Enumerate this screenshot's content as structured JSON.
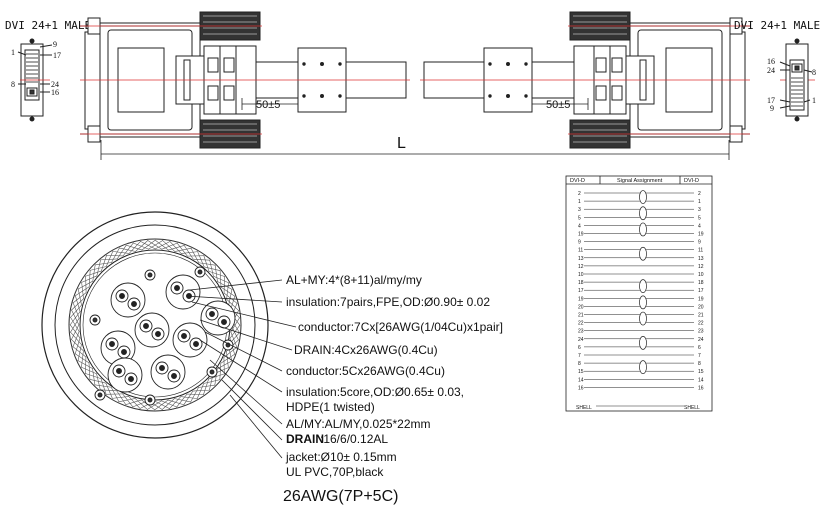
{
  "connectors": {
    "left_title": "DVI 24+1 MALE",
    "right_title": "DVI 24+1 MALE",
    "left_pins": {
      "p1": "1",
      "p9": "9",
      "p17": "17",
      "p8": "8",
      "p24": "24",
      "p16": "16"
    },
    "right_pins": {
      "p16": "16",
      "p24": "24",
      "p8": "8",
      "p17": "17",
      "p9": "9",
      "p1": "1"
    },
    "dim_left": "50±5",
    "dim_right": "50±5",
    "length_label": "L"
  },
  "cross_section": {
    "labels": [
      "AL+MY:4*(8+11)al/my/my",
      "insulation:7pairs,FPE,OD:Ø0.90± 0.02",
      "conductor:7Cx[26AWG(1/04Cu)x1pair]",
      "DRAIN:4Cx26AWG(0.4Cu)",
      "conductor:5Cx26AWG(0.4Cu)",
      "insulation:5core,OD:Ø0.65± 0.03,",
      "HDPE(1 twisted)",
      "AL/MY:AL/MY,0.025*22mm",
      "DRAIN",
      ":16/6/0.12AL",
      "jacket:Ø10± 0.15mm",
      "UL PVC,70P,black"
    ],
    "caption": "26AWG(7P+5C)"
  },
  "signal_table": {
    "headers": [
      "DVI-D",
      "Signal Assignment",
      "DVI-D"
    ],
    "rows": [
      "2",
      "1",
      "3",
      "5",
      "4",
      "19",
      "9",
      "11",
      "13",
      "12",
      "10",
      "18",
      "17",
      "19",
      "20",
      "21",
      "22",
      "23",
      "24",
      "6",
      "7",
      "8",
      "15",
      "14",
      "16"
    ],
    "shell": "SHELL"
  }
}
